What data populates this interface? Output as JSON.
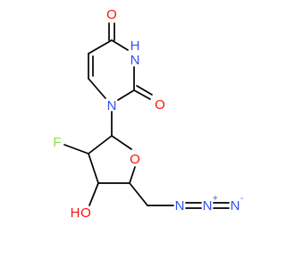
{
  "colors": {
    "bond": "#000000",
    "oxygen": "#ff0d0d",
    "nitrogen": "#3050f8",
    "fluorine": "#90e050",
    "background": "#ffffff"
  },
  "atoms": {
    "o_top": "O",
    "n_h": "H",
    "n3": "N",
    "o_right": "O",
    "n1": "N",
    "fluorine": "F",
    "o_ring": "O",
    "o_hydroxyl": "O",
    "h_hydroxyl": "H",
    "n_azide_1": "N",
    "n_azide_2": "N",
    "n_azide_3": "N",
    "charge_plus": "+",
    "charge_minus": "-"
  }
}
